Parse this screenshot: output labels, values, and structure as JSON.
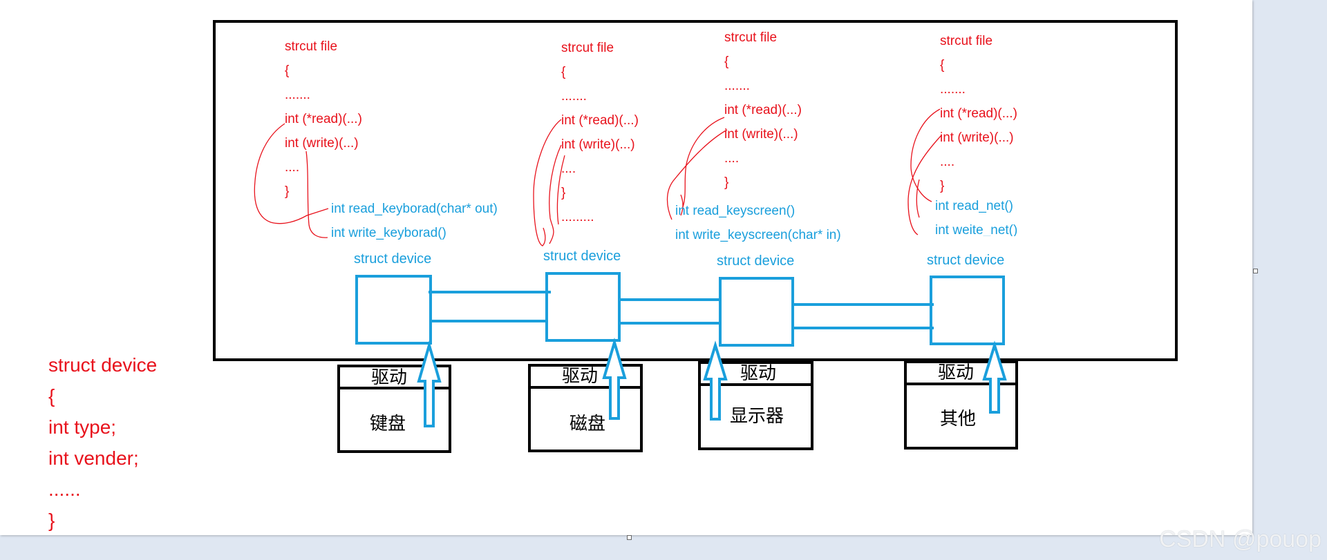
{
  "file_structs": [
    {
      "lines": [
        "strcut file",
        "{",
        ".......",
        "int (*read)(...)",
        "int (write)(...)",
        "....",
        "}"
      ]
    },
    {
      "lines": [
        "strcut file",
        "{",
        ".......",
        "int (*read)(...)",
        "int (write)(...)",
        "....",
        "}",
        "........."
      ]
    },
    {
      "lines": [
        "strcut file",
        "{",
        ".......",
        "int (*read)(...)",
        "int (write)(...)",
        "....",
        "}"
      ]
    },
    {
      "lines": [
        "strcut file",
        "{",
        ".......",
        "int (*read)(...)",
        "int (write)(...)",
        "....",
        "}"
      ]
    }
  ],
  "functions": {
    "keyboard": [
      "int read_keyborad(char* out)",
      "int write_keyborad()"
    ],
    "screen": [
      "int read_keyscreen()",
      "int write_keyscreen(char* in)"
    ],
    "net": [
      "int read_net()",
      "int weite_net()"
    ]
  },
  "device_label": "struct device",
  "driver_label": "驱动",
  "hardware": [
    "键盘",
    "磁盘",
    "显示器",
    "其他"
  ],
  "struct_def": [
    "struct device",
    "{",
    "int type;",
    "int vender;",
    "......",
    "}"
  ],
  "watermark": "CSDN @pouop",
  "colors": {
    "red": "#e8121c",
    "blue": "#1a9fdc",
    "black": "#000000"
  }
}
